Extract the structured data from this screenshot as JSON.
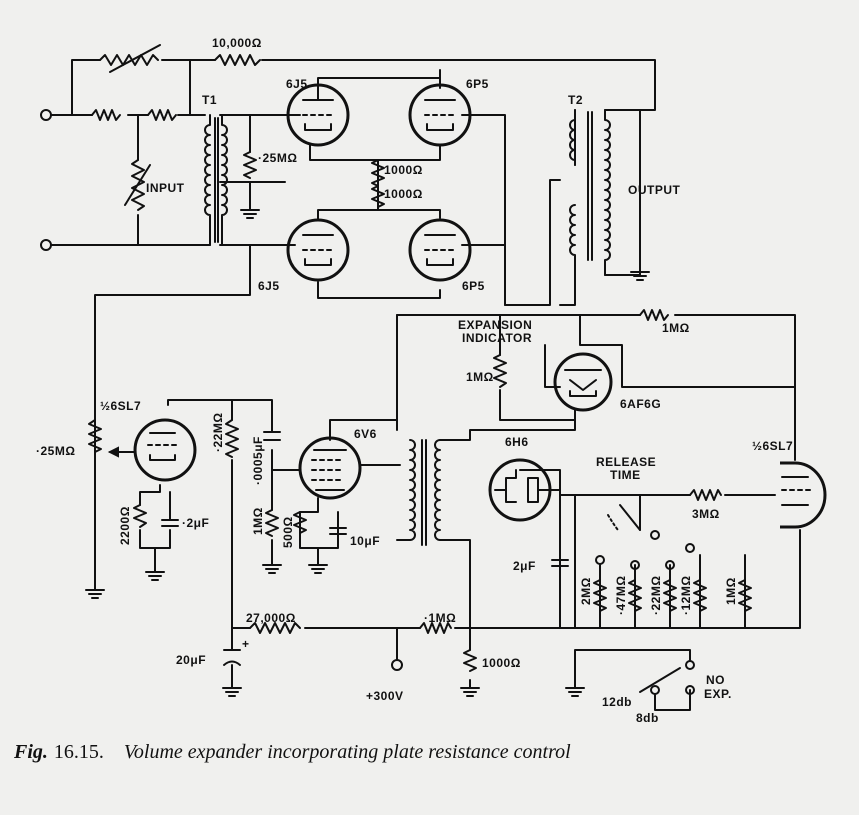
{
  "components": {
    "tubes": {
      "v1": "6J5",
      "v2": "6P5",
      "v3": "6J5",
      "v4": "6P5",
      "v5": "6V6",
      "v6": "6H6",
      "v7": "6AF6G",
      "v8": "½6SL7",
      "v9": "½6SL7"
    },
    "transformers": {
      "t1": "T1",
      "t2": "T2"
    },
    "resistors": {
      "r_top": "10,000Ω",
      "r_grid": "·25MΩ",
      "r_bal1": "1000Ω",
      "r_bal2": "1000Ω",
      "r_ind": "1MΩ",
      "r_ind_plate": "1MΩ",
      "r_pot": "·25MΩ",
      "r_cath": "2200Ω",
      "r_plate": "·22MΩ",
      "r_grid2": "1MΩ",
      "r_cath2": "500Ω",
      "r_bus": "27,000Ω",
      "r_bus2": "·1MΩ",
      "r_bleed": "1000Ω",
      "r_rel": "3MΩ",
      "r_t1": "2MΩ",
      "r_t2": "·47MΩ",
      "r_t3": "·22MΩ",
      "r_t4": "·12MΩ",
      "r_t5": "1MΩ"
    },
    "capacitors": {
      "c1": "·2μF",
      "c2": "·0005μF",
      "c3": "10μF",
      "c4": "2μF",
      "c5": "20μF"
    }
  },
  "labels": {
    "input": "INPUT",
    "output": "OUTPUT",
    "expansion": "EXPANSION",
    "indicator": "INDICATOR",
    "release": "RELEASE",
    "time": "TIME",
    "supply": "+300V",
    "plus": "+",
    "sw_12": "12db",
    "sw_8": "8db",
    "sw_no": "NO",
    "sw_exp": "EXP."
  },
  "caption": {
    "fig": "Fig.",
    "number": "16.15.",
    "text": "Volume expander incorporating plate resistance control"
  }
}
